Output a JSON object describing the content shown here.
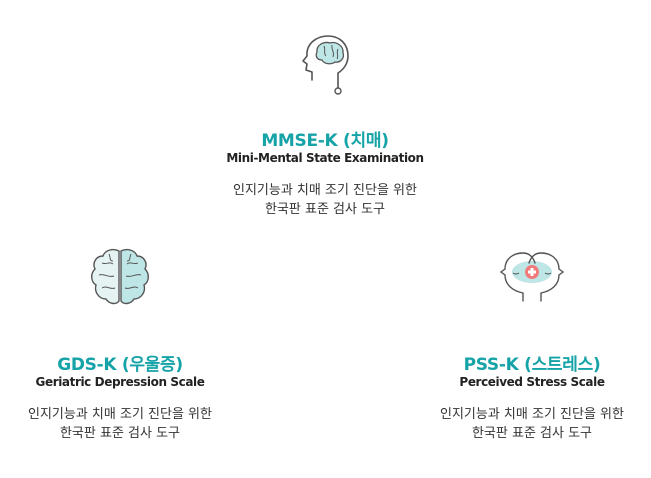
{
  "cards": [
    {
      "icon": "head-brain-icon",
      "title": "MMSE-K (치매)",
      "subtitle": "Mini-Mental State Examination",
      "desc_line1": "인지기능과 치매 조기 진단을 위한",
      "desc_line2": "한국판 표준 검사 도구"
    },
    {
      "icon": "brain-icon",
      "title": "GDS-K (우울증)",
      "subtitle": "Geriatric Depression Scale",
      "desc_line1": "인지기능과 치매 조기 진단을 위한",
      "desc_line2": "한국판 표준 검사 도구"
    },
    {
      "icon": "two-heads-cross-icon",
      "title": "PSS-K (스트레스)",
      "subtitle": "Perceived Stress Scale",
      "desc_line1": "인지기능과 치매 조기 진단을 위한",
      "desc_line2": "한국판 표준 검사 도구"
    }
  ],
  "colors": {
    "accent": "#16a3a8",
    "icon_fill": "#bfe6e6",
    "icon_stroke": "#555555"
  }
}
